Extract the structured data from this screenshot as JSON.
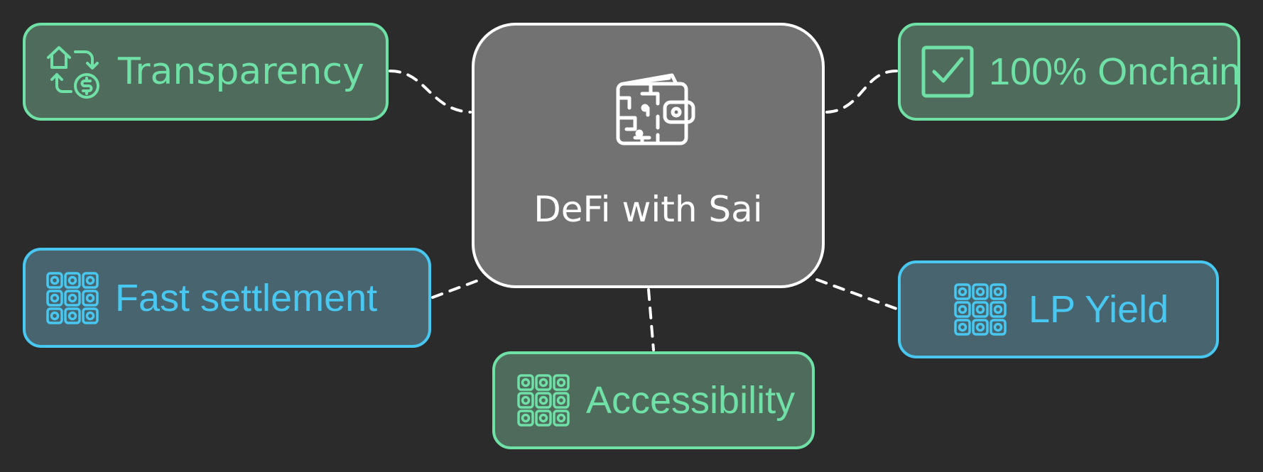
{
  "diagram": {
    "center": {
      "title": "DeFi with Sai",
      "icon": "wallet-icon"
    },
    "nodes": {
      "transparency": {
        "label": "Transparency",
        "icon": "exchange-icon",
        "color": "#6fe0a6"
      },
      "onchain": {
        "label": "100% Onchain",
        "icon": "checkbox-icon",
        "color": "#6fe0a6"
      },
      "fast_settlement": {
        "label": "Fast settlement",
        "icon": "blockchain-grid-icon",
        "color": "#48c8f0"
      },
      "lp_yield": {
        "label": "LP Yield",
        "icon": "blockchain-grid-icon",
        "color": "#48c8f0"
      },
      "accessibility": {
        "label": "Accessibility",
        "icon": "blockchain-grid-icon",
        "color": "#6fe0a6"
      }
    },
    "colors": {
      "background": "#2b2b2b",
      "center_fill": "#727272",
      "green_accent": "#6fe0a6",
      "green_fill": "#4f6b5c",
      "blue_accent": "#48c8f0",
      "blue_fill": "#48646f",
      "connector": "#ffffff"
    }
  }
}
